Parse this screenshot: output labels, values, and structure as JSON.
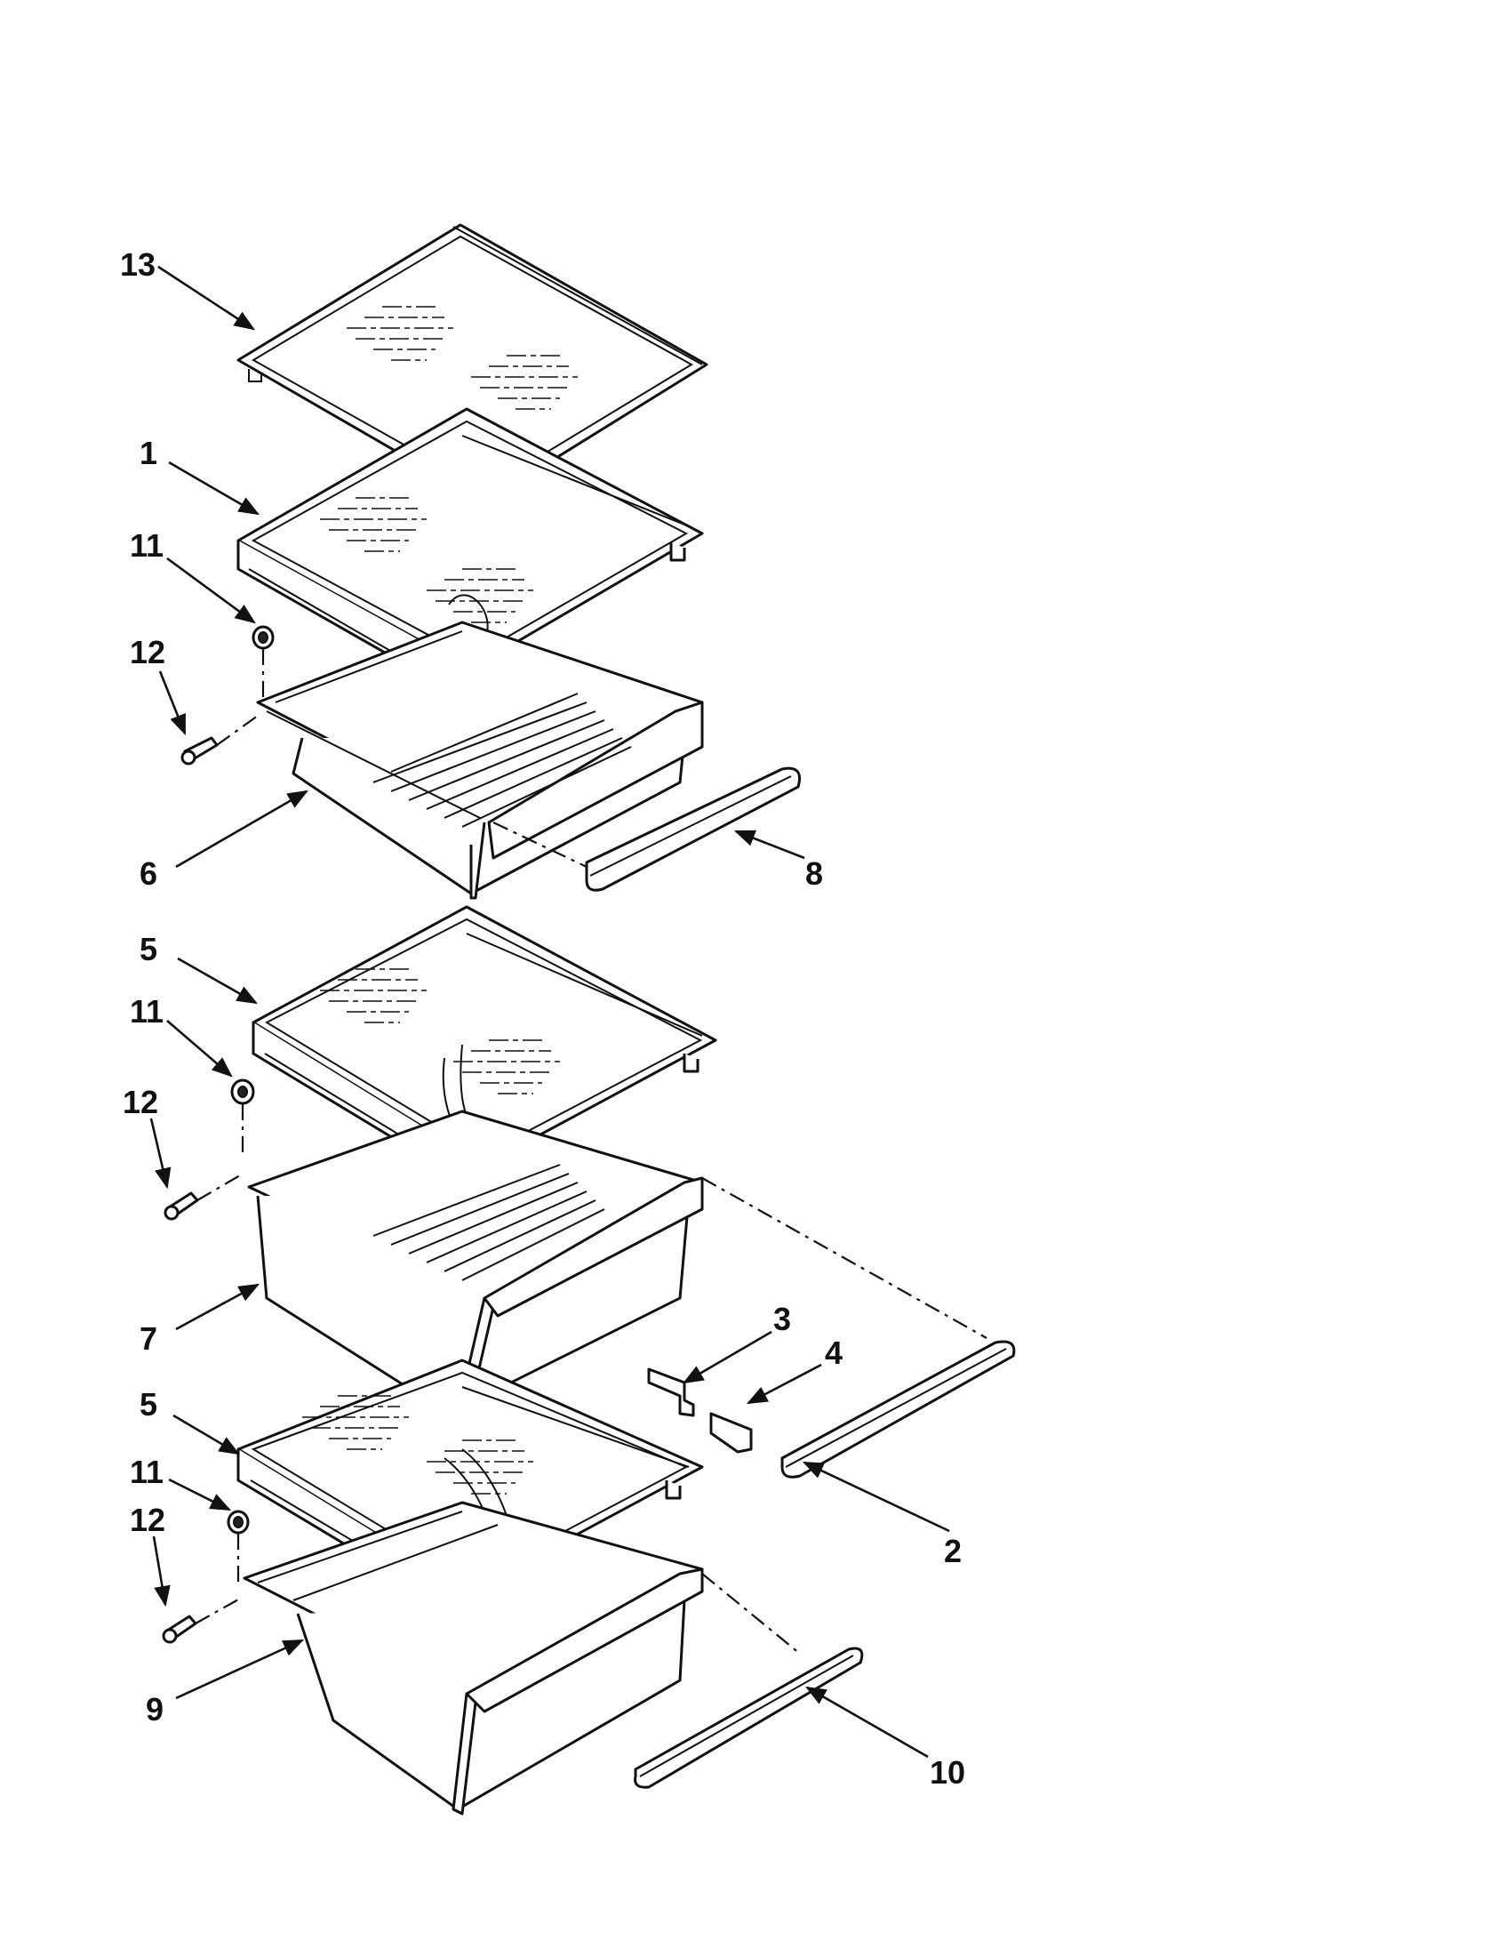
{
  "diagram": {
    "callouts": [
      {
        "id": "c13",
        "label": "13"
      },
      {
        "id": "c1",
        "label": "1"
      },
      {
        "id": "c11a",
        "label": "11"
      },
      {
        "id": "c12a",
        "label": "12"
      },
      {
        "id": "c6",
        "label": "6"
      },
      {
        "id": "c8",
        "label": "8"
      },
      {
        "id": "c5a",
        "label": "5"
      },
      {
        "id": "c11b",
        "label": "11"
      },
      {
        "id": "c12b",
        "label": "12"
      },
      {
        "id": "c7",
        "label": "7"
      },
      {
        "id": "c3",
        "label": "3"
      },
      {
        "id": "c4",
        "label": "4"
      },
      {
        "id": "c5b",
        "label": "5"
      },
      {
        "id": "c11c",
        "label": "11"
      },
      {
        "id": "c12c",
        "label": "12"
      },
      {
        "id": "c2",
        "label": "2"
      },
      {
        "id": "c9",
        "label": "9"
      },
      {
        "id": "c10",
        "label": "10"
      }
    ]
  }
}
